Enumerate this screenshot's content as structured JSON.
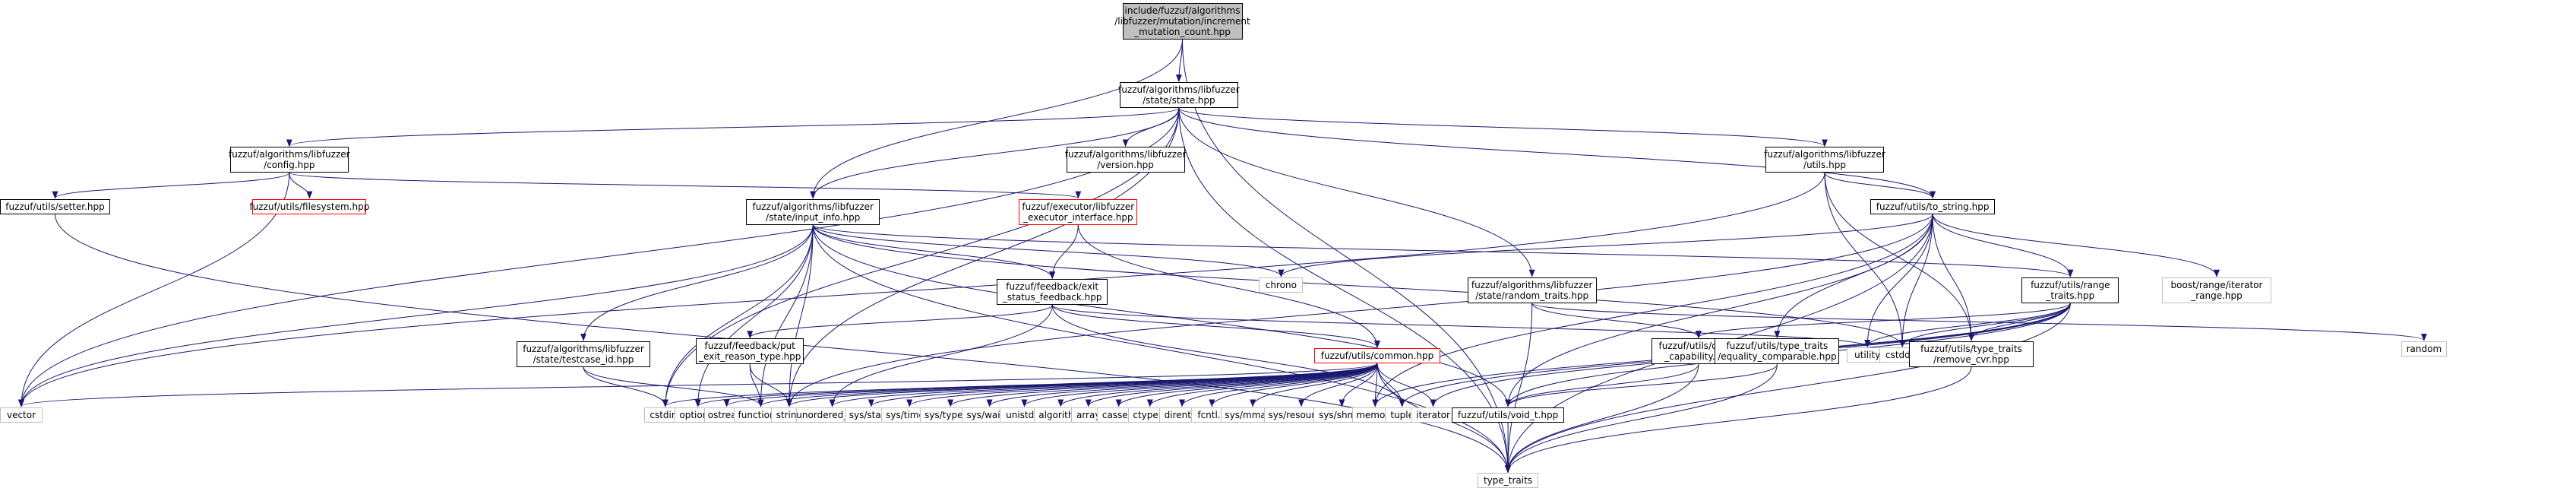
{
  "colors": {
    "edge": "#191970",
    "box_border": "#000000",
    "root_fill": "#bfbfbf",
    "broken_border": "#ff0000",
    "grey_border": "#bfbfbf"
  },
  "nodes": {
    "root": [
      "include/fuzzuf/algorithms",
      "/libfuzzer/mutation/increment",
      "_mutation_count.hpp"
    ],
    "state": [
      "fuzzuf/algorithms/libfuzzer",
      "/state/state.hpp"
    ],
    "config": [
      "fuzzuf/algorithms/libfuzzer",
      "/config.hpp"
    ],
    "version": [
      "fuzzuf/algorithms/libfuzzer",
      "/version.hpp"
    ],
    "utils_hpp": [
      "fuzzuf/algorithms/libfuzzer",
      "/utils.hpp"
    ],
    "random_traits": [
      "fuzzuf/algorithms/libfuzzer",
      "/state/random_traits.hpp"
    ],
    "setter": [
      "fuzzuf/utils/setter.hpp"
    ],
    "filesystem": [
      "fuzzuf/utils/filesystem.hpp"
    ],
    "executor_interface": [
      "fuzzuf/executor/libfuzzer",
      "_executor_interface.hpp"
    ],
    "input_info": [
      "fuzzuf/algorithms/libfuzzer",
      "/state/input_info.hpp"
    ],
    "to_string": [
      "fuzzuf/utils/to_string.hpp"
    ],
    "boost_range": [
      "boost/range/iterator",
      "_range.hpp"
    ],
    "random": [
      "random"
    ],
    "chrono": [
      "chrono"
    ],
    "exit_status": [
      "fuzzuf/feedback/exit",
      "_status_feedback.hpp"
    ],
    "range_traits": [
      "fuzzuf/utils/range",
      "_traits.hpp"
    ],
    "check_capability": [
      "fuzzuf/utils/check",
      "_capability.hpp"
    ],
    "equality_comparable": [
      "fuzzuf/utils/type_traits",
      "/equality_comparable.hpp"
    ],
    "testcase_id": [
      "fuzzuf/algorithms/libfuzzer",
      "/state/testcase_id.hpp"
    ],
    "put_exit_reason": [
      "fuzzuf/feedback/put",
      "_exit_reason_type.hpp"
    ],
    "common": [
      "fuzzuf/utils/common.hpp"
    ],
    "utility": [
      "utility"
    ],
    "cstddef": [
      "cstddef"
    ],
    "remove_cvr": [
      "fuzzuf/utils/type_traits",
      "/remove_cvr.hpp"
    ],
    "vector": [
      "vector"
    ],
    "cstdint": [
      "cstdint"
    ],
    "optional": [
      "optional"
    ],
    "ostream": [
      "ostream"
    ],
    "functional": [
      "functional"
    ],
    "string": [
      "string"
    ],
    "unordered_map": [
      "unordered_map"
    ],
    "sys_stat": [
      "sys/stat.h"
    ],
    "sys_time": [
      "sys/time.h"
    ],
    "sys_types": [
      "sys/types.h"
    ],
    "sys_wait": [
      "sys/wait.h"
    ],
    "unistd": [
      "unistd.h"
    ],
    "algorithm": [
      "algorithm"
    ],
    "array": [
      "array"
    ],
    "cassert": [
      "cassert"
    ],
    "ctype": [
      "ctype.h"
    ],
    "dirent": [
      "dirent.h"
    ],
    "fcntl": [
      "fcntl.h"
    ],
    "sys_mman": [
      "sys/mman.h"
    ],
    "sys_resource": [
      "sys/resource.h"
    ],
    "sys_shm": [
      "sys/shm.h"
    ],
    "memory": [
      "memory"
    ],
    "tuple": [
      "tuple"
    ],
    "iterator": [
      "iterator"
    ],
    "void_t": [
      "fuzzuf/utils/void_t.hpp"
    ],
    "type_traits": [
      "type_traits"
    ]
  }
}
